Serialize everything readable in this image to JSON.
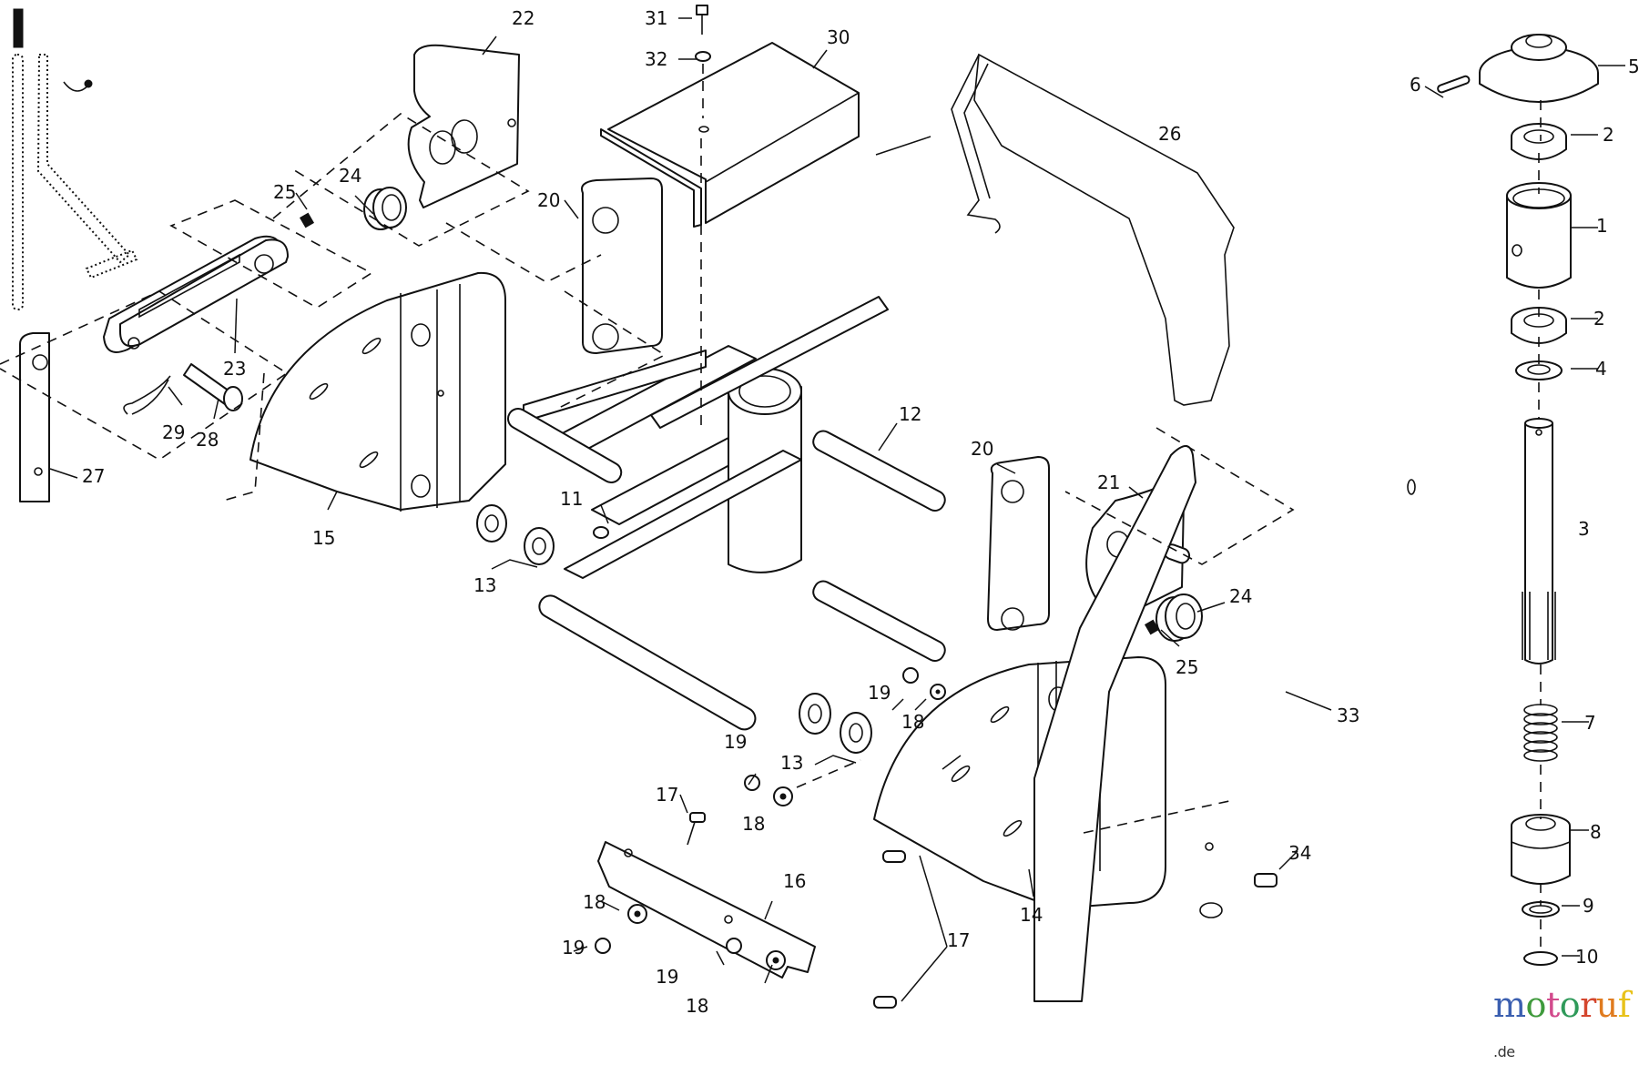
{
  "diagram": {
    "title": "Exploded parts diagram",
    "labels": {
      "p1": "1",
      "p2a": "2",
      "p2b": "2",
      "p3": "3",
      "p4": "4",
      "p5": "5",
      "p6": "6",
      "p7": "7",
      "p8": "8",
      "p9": "9",
      "p10": "10",
      "p11": "11",
      "p12": "12",
      "p13a": "13",
      "p13b": "13",
      "p14": "14",
      "p15": "15",
      "p16": "16",
      "p17a": "17",
      "p17b": "17",
      "p18a": "18",
      "p18b": "18",
      "p18c": "18",
      "p18d": "18",
      "p19a": "19",
      "p19b": "19",
      "p19c": "19",
      "p19d": "19",
      "p20a": "20",
      "p20b": "20",
      "p21": "21",
      "p22": "22",
      "p23": "23",
      "p24a": "24",
      "p24b": "24",
      "p25a": "25",
      "p25b": "25",
      "p26": "26",
      "p27": "27",
      "p28": "28",
      "p29": "29",
      "p30": "30",
      "p31": "31",
      "p32": "32",
      "p33": "33",
      "p34": "34"
    }
  },
  "watermark": {
    "letters": [
      "m",
      "o",
      "t",
      "o",
      "r",
      "u",
      "f"
    ],
    "colors": [
      "#3b5fb0",
      "#3f9a3c",
      "#d24a8c",
      "#2f9a5a",
      "#d4462e",
      "#e07b1f",
      "#e8c21a"
    ],
    "suffix": ".de"
  }
}
